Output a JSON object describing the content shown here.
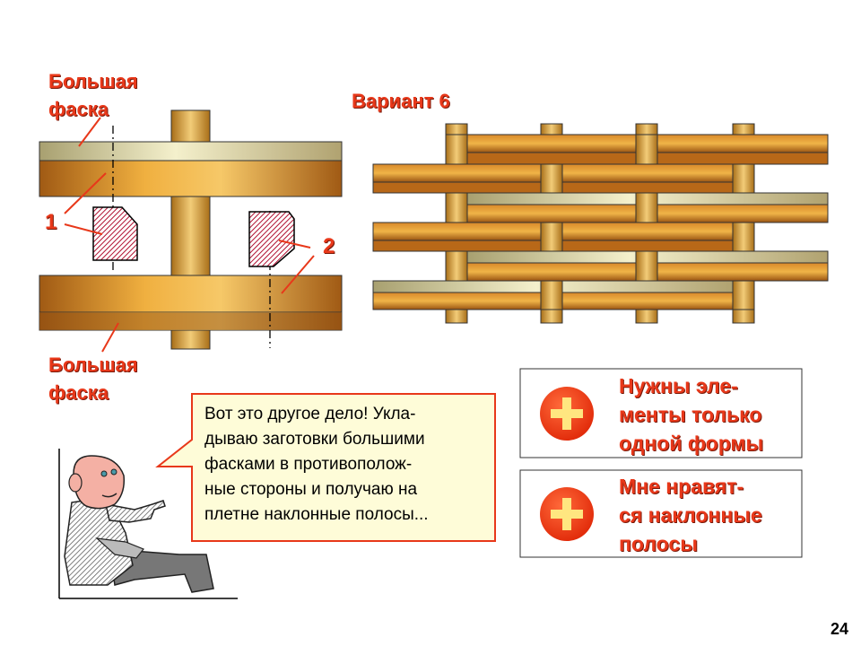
{
  "labels": {
    "top_chamfer": [
      "Большая",
      "фаска"
    ],
    "bottom_chamfer": [
      "Большая",
      "фаска"
    ],
    "num1": "1",
    "num2": "2",
    "variant": "Вариант 6"
  },
  "speech": {
    "lines": [
      "Вот это другое дело!  Укла-",
      "дываю заготовки большими",
      "фасками в противополож-",
      "ные стороны и получаю на",
      "плетне наклонные полосы..."
    ]
  },
  "panels": [
    {
      "icon": "plus-icon",
      "lines": [
        "Нужны эле-",
        "менты только",
        "одной формы"
      ]
    },
    {
      "icon": "plus-icon",
      "lines": [
        "Мне нравят-",
        "ся наклонные",
        "полосы"
      ]
    }
  ],
  "page_number": "24",
  "colors": {
    "accent": "#e8381a",
    "wood_dark": "#8a4a10",
    "wood_light": "#f2b24a",
    "pale": "#e8e2b0"
  }
}
